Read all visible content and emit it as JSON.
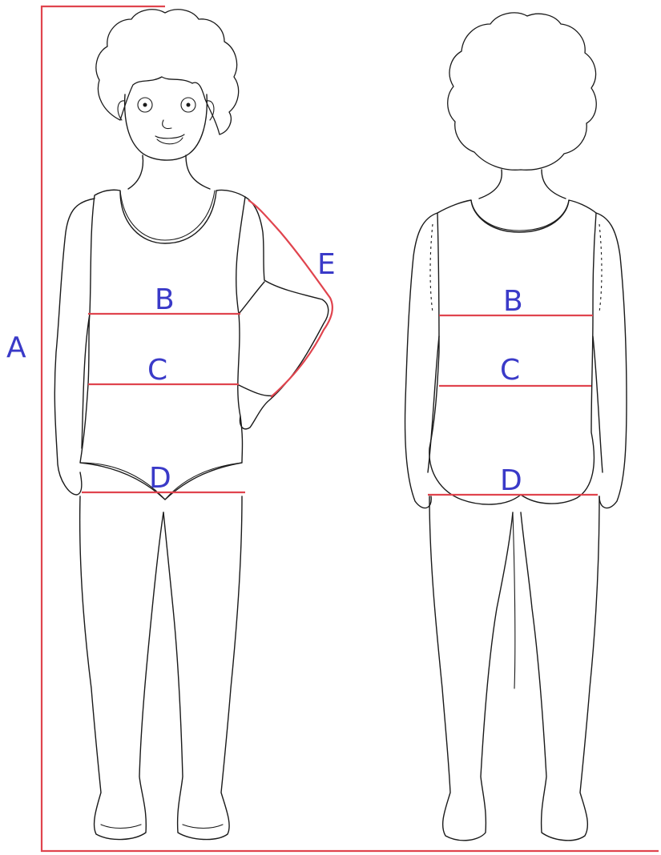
{
  "colors": {
    "measure_line": "#e0444e",
    "label": "#3a3ac8",
    "outline": "#1a1a1a",
    "background": "#ffffff"
  },
  "labels": {
    "height": "A",
    "chest": "B",
    "waist": "C",
    "hips": "D",
    "arm": "E"
  }
}
